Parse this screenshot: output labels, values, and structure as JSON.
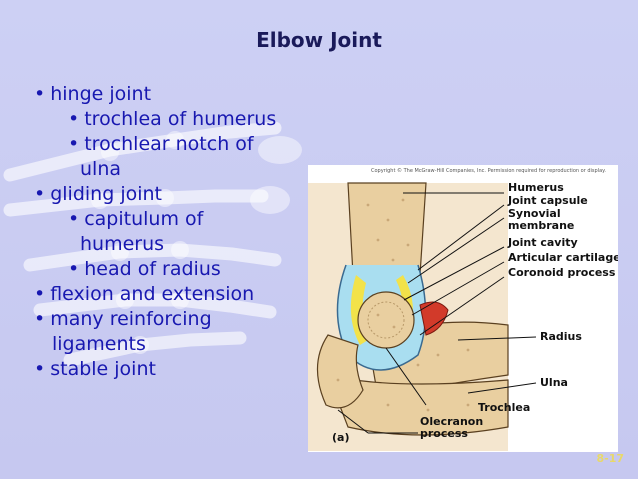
{
  "title": "Elbow Joint",
  "bullets": [
    {
      "text": "hinge joint",
      "level": 1,
      "bullet": true
    },
    {
      "text": "trochlea of humerus",
      "level": 2,
      "bullet": true
    },
    {
      "text": "trochlear notch of",
      "level": 2,
      "bullet": true
    },
    {
      "text": "ulna",
      "level": 2,
      "bullet": false
    },
    {
      "text": "gliding joint",
      "level": 1,
      "bullet": true
    },
    {
      "text": "capitulum of",
      "level": 2,
      "bullet": true
    },
    {
      "text": "humerus",
      "level": 2,
      "bullet": false
    },
    {
      "text": "head of radius",
      "level": 2,
      "bullet": true
    },
    {
      "text": "flexion and extension",
      "level": 1,
      "bullet": true
    },
    {
      "text": "many reinforcing",
      "level": 1,
      "bullet": true
    },
    {
      "text": "ligaments",
      "level": 1,
      "bullet": false
    },
    {
      "text": "stable joint",
      "level": 1,
      "bullet": true
    }
  ],
  "bullet_glyph": "•",
  "figure": {
    "copyright": "Copyright © The McGraw-Hill Companies, Inc. Permission required for reproduction or display.",
    "panel_label": "(a)",
    "labels": {
      "humerus": "Humerus",
      "joint_capsule": "Joint capsule",
      "synovial_membrane_1": "Synovial",
      "synovial_membrane_2": "membrane",
      "joint_cavity": "Joint cavity",
      "articular_cartilage": "Articular cartilage",
      "coronoid_process": "Coronoid process",
      "radius": "Radius",
      "ulna": "Ulna",
      "trochlea": "Trochlea",
      "olecranon_1": "Olecranon",
      "olecranon_2": "process"
    }
  },
  "page_number": "8-17",
  "colors": {
    "background": "#c9cbf2",
    "title": "#1a1a5a",
    "bullet_text": "#1818b0",
    "bone": "#e9cfa0",
    "cartilage": "#a9def0",
    "synovial": "#f2e24a",
    "muscle": "#d23a2a"
  }
}
